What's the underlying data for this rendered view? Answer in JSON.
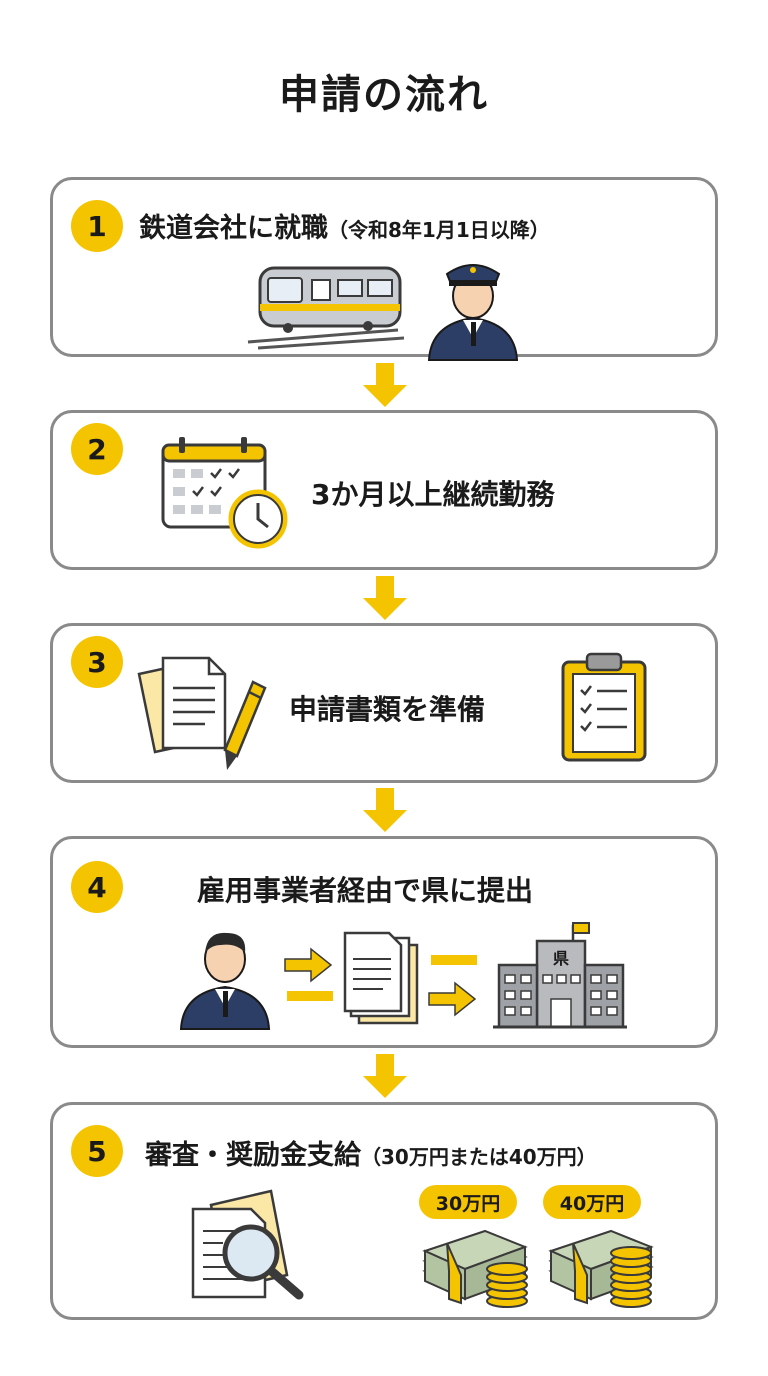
{
  "title": "申請の流れ",
  "steps": [
    {
      "number": "1",
      "label": "鉄道会社に就職",
      "note": "（令和8年1月1日以降）"
    },
    {
      "number": "2",
      "label": "3か月以上継続勤務"
    },
    {
      "number": "3",
      "label": "申請書類を準備"
    },
    {
      "number": "4",
      "label": "雇用事業者経由で県に提出",
      "building_text": "県"
    },
    {
      "number": "5",
      "label": "審査・奨励金支給",
      "note": "（30万円または40万円）",
      "amounts": [
        "30万円",
        "40万円"
      ]
    }
  ],
  "colors": {
    "accent": "#f5c400",
    "border": "#8a8a8a",
    "navy": "#2c3e66",
    "text": "#1a1a1a"
  },
  "icons": [
    "train-icon",
    "conductor-icon",
    "calendar-icon",
    "clock-icon",
    "document-icon",
    "pen-icon",
    "clipboard-icon",
    "employee-icon",
    "arrow-right-icon",
    "stacked-documents-icon",
    "prefectural-office-icon",
    "magnifier-icon",
    "money-stack-icon",
    "coins-icon"
  ]
}
